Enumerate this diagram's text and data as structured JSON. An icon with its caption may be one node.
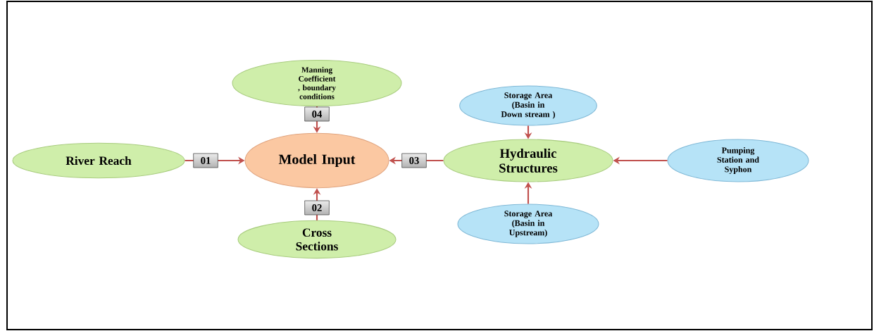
{
  "diagram": {
    "nodes": [
      {
        "text": [
          "Manning Coefficient , boundary conditions"
        ]
      },
      {
        "text": [
          "Storage Area (Basin in Down stream )"
        ]
      },
      {
        "text": [
          "River Reach"
        ]
      },
      {
        "text": [
          "Model Input"
        ]
      },
      {
        "text": [
          "Hydraulic Structures"
        ]
      },
      {
        "text": [
          "Pumping Station and Syphon"
        ]
      },
      {
        "text": [
          "Cross Sections"
        ]
      },
      {
        "text": [
          "Storage Area (Basin in Upstream)"
        ]
      }
    ],
    "edges": [
      {
        "from": 2,
        "to": 3,
        "arrow": "to",
        "label": "01"
      },
      {
        "from": 6,
        "to": 3,
        "arrow": "to",
        "label": "02"
      },
      {
        "from": 4,
        "to": 3,
        "arrow": "to",
        "label": "03"
      },
      {
        "from": 0,
        "to": 3,
        "arrow": "to",
        "label": "04"
      },
      {
        "from": 1,
        "to": 4,
        "arrow": "to"
      },
      {
        "from": 7,
        "to": 4,
        "arrow": "to"
      },
      {
        "from": 5,
        "to": 4,
        "arrow": "to"
      }
    ]
  }
}
